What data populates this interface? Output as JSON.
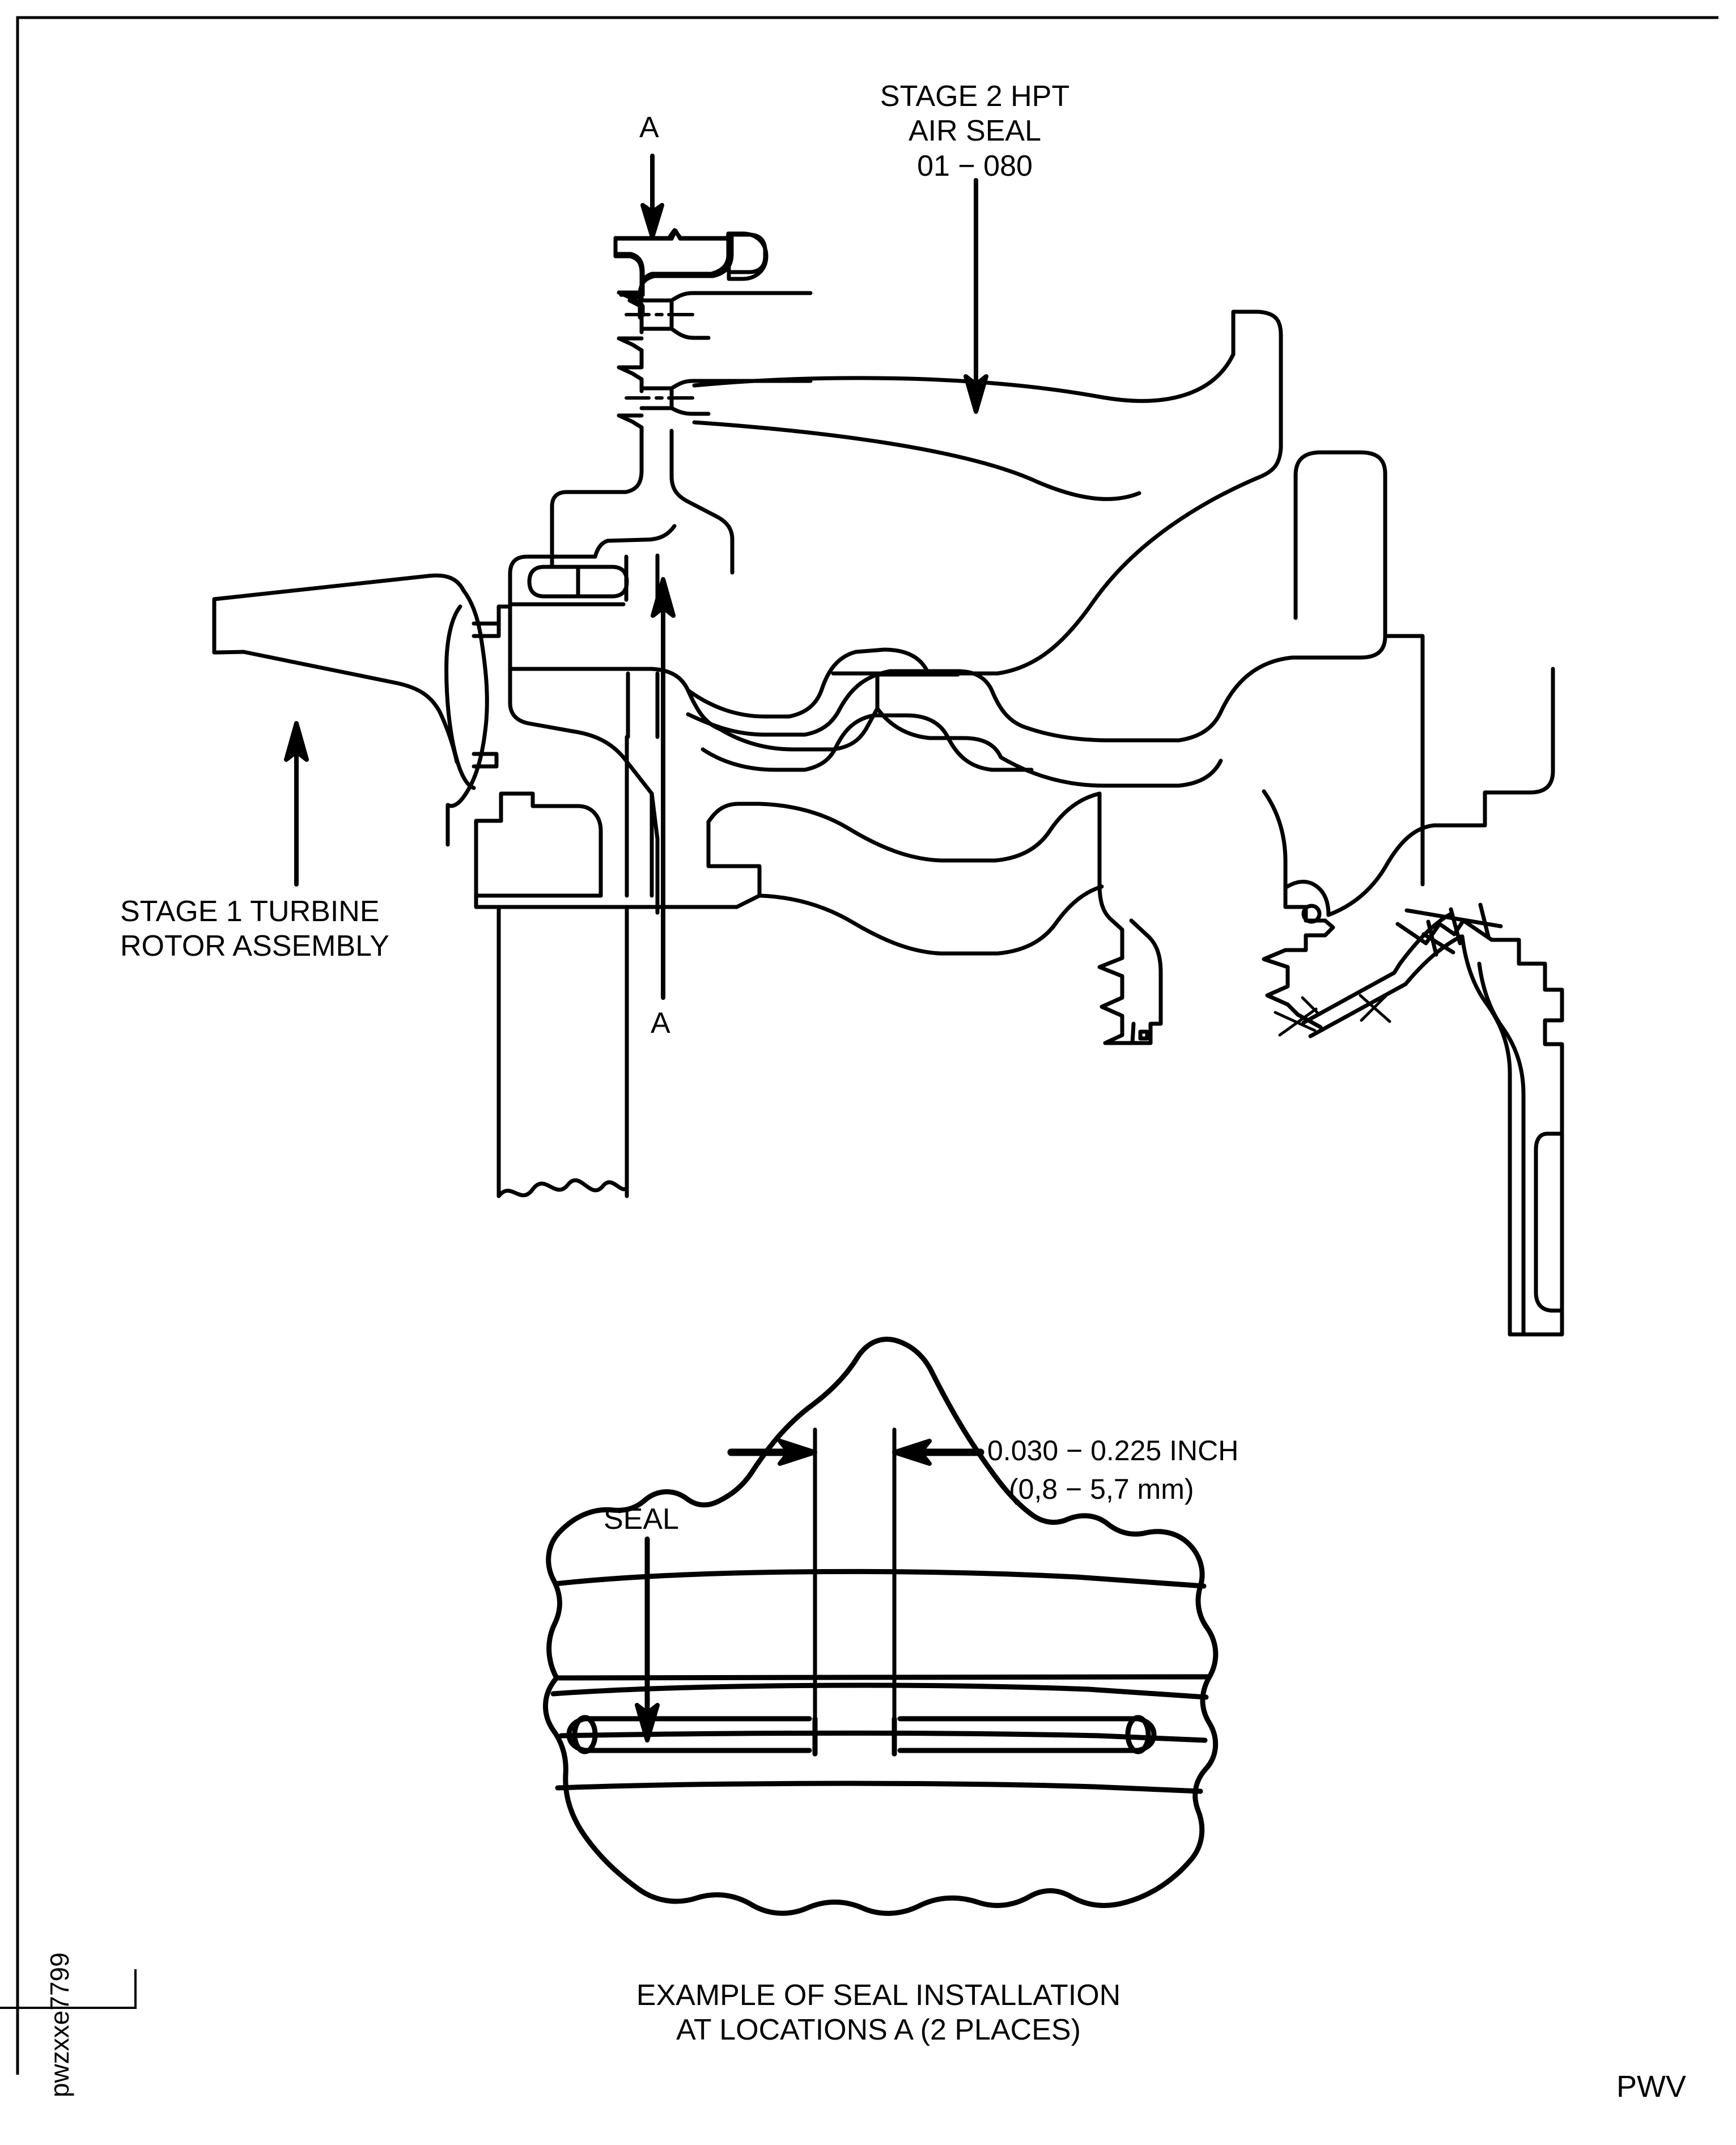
{
  "sheet": {
    "drawing_code": "pwzxxe7799",
    "vendor_mark": "PWV"
  },
  "main_view": {
    "title_lines": [
      "STAGE 2 HPT",
      "AIR SEAL",
      "01 − 080"
    ],
    "title_text": "STAGE 2 HPT\nAIR SEAL\n01 − 080",
    "section_marker_top": "A",
    "section_marker_bottom": "A",
    "rotor_label_lines": [
      "STAGE 1 TURBINE",
      "ROTOR ASSEMBLY"
    ],
    "rotor_label_text": "STAGE 1 TURBINE\nROTOR ASSEMBLY"
  },
  "detail_view": {
    "seal_label": "SEAL",
    "dimension_imperial": "0.030 − 0.225 INCH",
    "dimension_metric": "(0,8 − 5,7 mm)",
    "caption_lines": [
      "EXAMPLE OF SEAL INSTALLATION",
      "AT LOCATIONS A (2 PLACES)"
    ],
    "caption_text": "EXAMPLE OF SEAL INSTALLATION\nAT LOCATIONS A (2 PLACES)"
  },
  "colors": {
    "ink": "#000000",
    "paper": "#ffffff"
  }
}
